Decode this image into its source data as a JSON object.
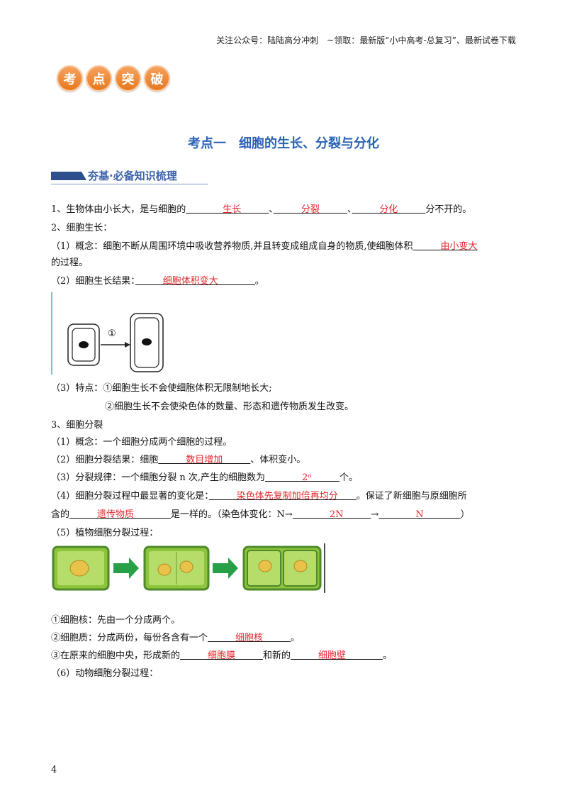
{
  "header": {
    "text": "关注公众号：陆陆高分冲刺　~领取：最新版“小中高考-总复习”、最新试卷下载"
  },
  "badge": {
    "chars": [
      "考",
      "点",
      "突",
      "破"
    ]
  },
  "title": "考点一　细胞的生长、分裂与分化",
  "section": "夯基·必备知识梳理",
  "lines": {
    "l1": {
      "pre": "1、生物体由小长大，是与细胞的",
      "a1": "　　　　生长　　　",
      "s1": "、",
      "a2": "　　　分裂　　　",
      "s2": "、",
      "a3": "　　　分化　　　",
      "post": "分不开的。"
    },
    "l2": "2、细胞生长：",
    "l3": {
      "pre": "（1）概念：细胞不断从周围环境中吸收营养物质,并且转变成组成自身的物质,使细胞体积",
      "a": "　　　由小变大"
    },
    "l4": "的过程。",
    "l5": {
      "pre": "（2）细胞生长结果：",
      "a": "　　　细胞体积变大　　　　",
      "post": "。"
    },
    "l6": "（3）特点：①细胞生长不会使细胞体积无限制地长大;",
    "l7": "②细胞生长不会使染色体的数量、形态和遗传物质发生改变。",
    "l8": "3、细胞分裂",
    "l9": "（1）概念：一个细胞分成两个细胞的过程。",
    "l10": {
      "pre": "（2）细胞分裂结果：细胞",
      "a": "　　　数目增加　　　",
      "post": "、体积变小。"
    },
    "l11": {
      "pre": "（3）分裂规律：一个细胞分裂 n 次,产生的细胞数为",
      "a": "　　　　2ⁿ　　　",
      "post": "个。"
    },
    "l12": {
      "pre": "（4）细胞分裂过程中最显著的变化是：",
      "a": "　　　染色体先复制加倍再均分　　",
      "post": "。保证了新细胞与原细胞所"
    },
    "l13": {
      "pre": "含的",
      "a": "　　　遗传物质　　　　",
      "mid": "是一样的。（染色体变化：N→",
      "a2": "　　　　2N　　　",
      "arrow": "→",
      "a3": "　　　　N　　　　",
      "post": "）"
    },
    "l14": "（5）植物细胞分裂过程：",
    "l15": "①细胞核：先由一个分成两个。",
    "l16": {
      "pre": "②细胞质：分成两份，每份各含有一个",
      "a": "　　　细胞核　　　",
      "post": "。"
    },
    "l17": {
      "pre": "③在原来的细胞中央，形成新的",
      "a": "　　　细胞膜　　　",
      "mid": "和新的",
      "a2": "　　　细胞壁　　　　",
      "post": "。"
    },
    "l18": "（6）动物细胞分裂过程："
  },
  "figure1": {
    "step_label": "①"
  },
  "page_number": "4",
  "colors": {
    "title": "#2a62b6",
    "answer": "#e4262a",
    "badge": "#e6791f",
    "cell_green": "#8cc43c",
    "arrow": "#27a048"
  }
}
